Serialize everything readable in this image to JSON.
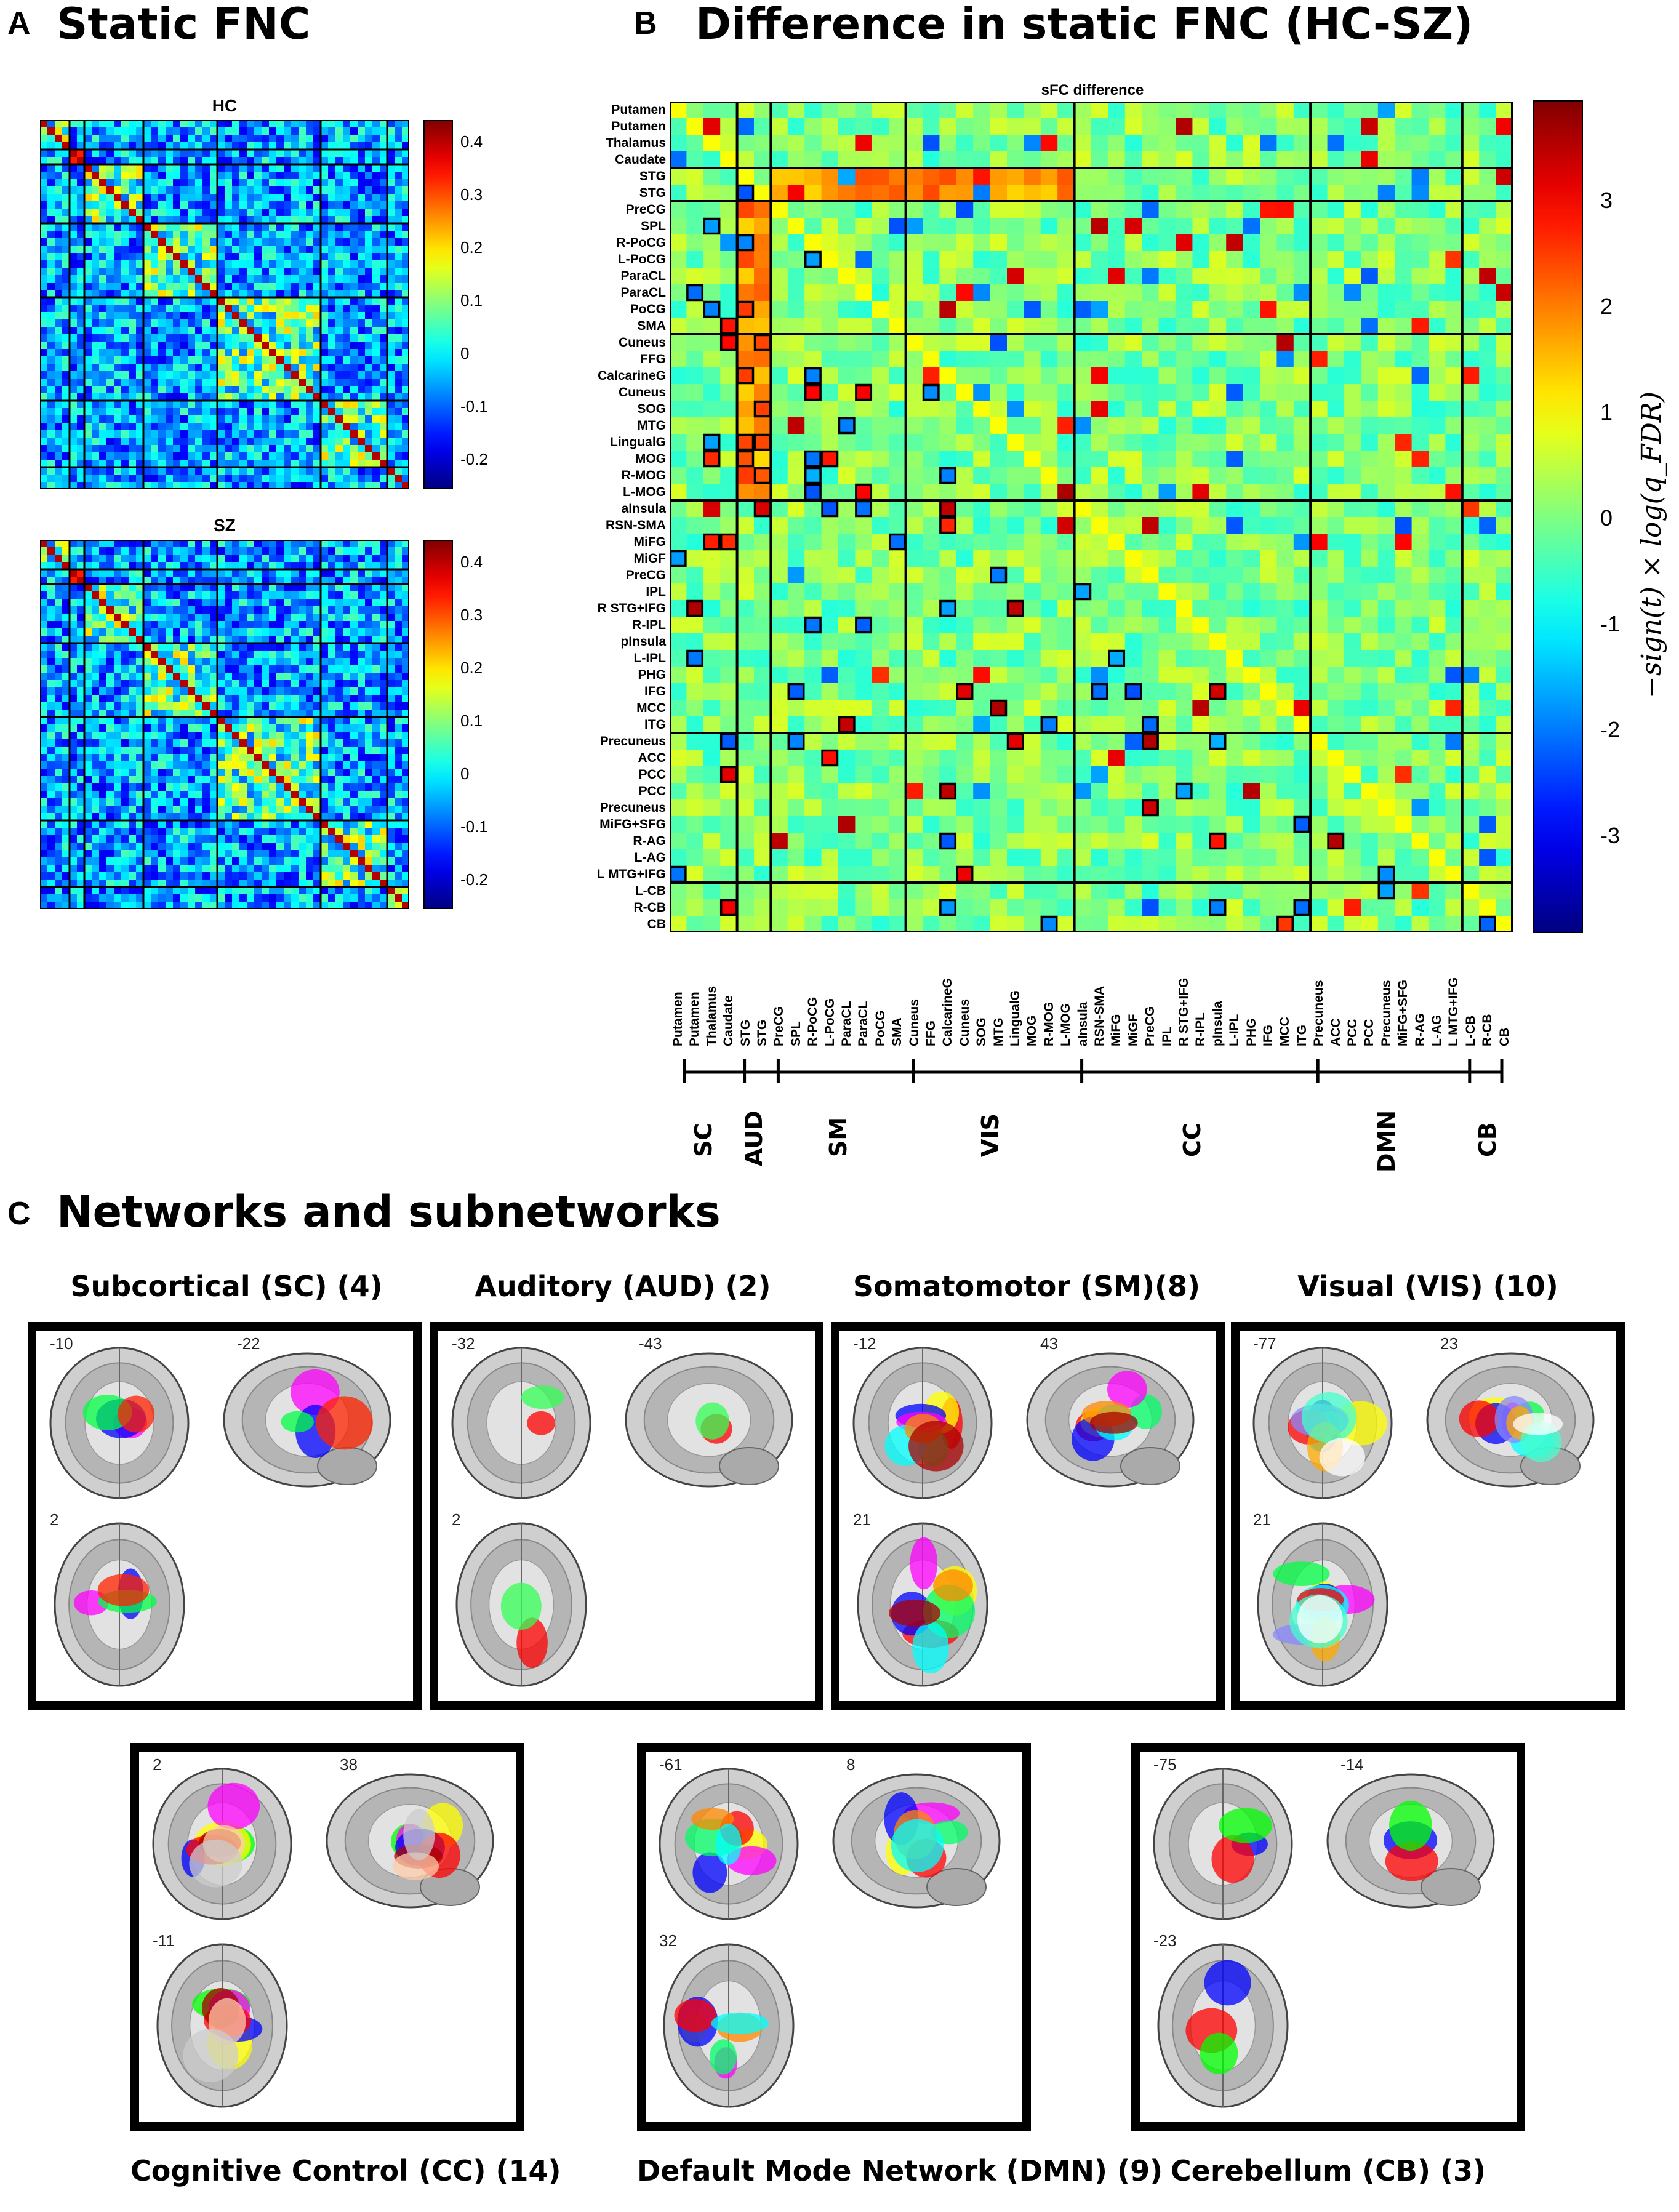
{
  "panel_a": {
    "letter": "A",
    "title": "Static FNC",
    "hc_title": "HC",
    "sz_title": "SZ",
    "colorbar_ticks": [
      "0.4",
      "0.3",
      "0.2",
      "0.1",
      "0",
      "-0.1",
      "-0.2"
    ]
  },
  "panel_b": {
    "letter": "B",
    "title": "Difference in static FNC (HC-SZ)",
    "matrix_title": "sFC difference",
    "colorbar_label": "−sign(t) × log(q_FDR)",
    "colorbar_ticks": [
      "3",
      "2",
      "1",
      "0",
      "-1",
      "-2",
      "-3"
    ],
    "components": [
      "Putamen",
      "Putamen",
      "Thalamus",
      "Caudate",
      "STG",
      "STG",
      "PreCG",
      "SPL",
      "R-PoCG",
      "L-PoCG",
      "ParaCL",
      "ParaCL",
      "PoCG",
      "SMA",
      "Cuneus",
      "FFG",
      "CalcarineG",
      "Cuneus",
      "SOG",
      "MTG",
      "LingualG",
      "MOG",
      "R-MOG",
      "L-MOG",
      "aInsula",
      "RSN-SMA",
      "MiFG",
      "MiGF",
      "PreCG",
      "IPL",
      "R STG+IFG",
      "R-IPL",
      "pInsula",
      "L-IPL",
      "PHG",
      "IFG",
      "MCC",
      "ITG",
      "Precuneus",
      "ACC",
      "PCC",
      "PCC",
      "Precuneus",
      "MiFG+SFG",
      "R-AG",
      "L-AG",
      "L MTG+IFG",
      "L-CB",
      "R-CB",
      "CB"
    ],
    "networks": [
      "SC",
      "AUD",
      "SM",
      "VIS",
      "CC",
      "DMN",
      "CB"
    ]
  },
  "panel_c": {
    "letter": "C",
    "title": "Networks and subnetworks",
    "top_titles": [
      "Subcortical (SC) (4)",
      "Auditory (AUD) (2)",
      "Somatomotor (SM)(8)",
      "Visual (VIS) (10)"
    ],
    "bottom_captions": [
      "Cognitive Control (CC) (14)",
      "Default Mode Network (DMN) (9)",
      "Cerebellum (CB) (3)"
    ],
    "slices": [
      [
        "-10",
        "-22",
        "2"
      ],
      [
        "-32",
        "-43",
        "2"
      ],
      [
        "-12",
        "43",
        "21"
      ],
      [
        "-77",
        "23",
        "21"
      ],
      [
        "2",
        "38",
        "-11"
      ],
      [
        "-61",
        "8",
        "32"
      ],
      [
        "-75",
        "-14",
        "-23"
      ]
    ]
  }
}
